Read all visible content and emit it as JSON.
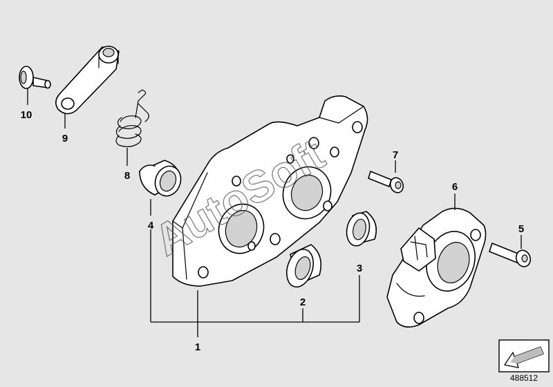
{
  "diagram": {
    "watermark": "AutoSoft",
    "document_number": "488512",
    "callouts": {
      "c1": "1",
      "c2": "2",
      "c3": "3",
      "c4": "4",
      "c5": "5",
      "c6": "6",
      "c7": "7",
      "c8": "8",
      "c9": "9",
      "c10": "10"
    }
  },
  "colors": {
    "background": "#e6e6e6",
    "line": "#000000",
    "watermark": "#555555"
  },
  "icons": {
    "corner": "arrow-corner-icon"
  }
}
